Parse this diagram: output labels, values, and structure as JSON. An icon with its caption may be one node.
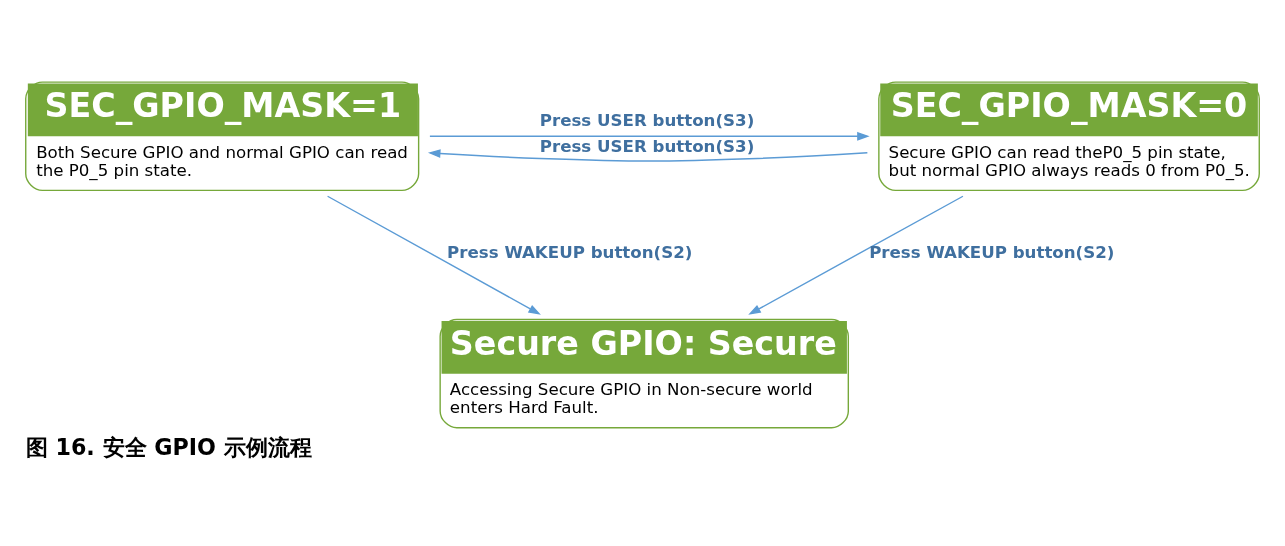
{
  "diagram": {
    "caption": "图 16. 安全 GPIO 示例流程",
    "nodes": [
      {
        "text": [
          "SEC_GPIO_MASK=1",
          "Both Secure GPIO and normal GPIO can read the P0_5 pin state."
        ]
      },
      {
        "text": [
          "SEC_GPIO_MASK=0",
          "Secure GPIO can read theP0_5 pin state, but normal GPIO always reads 0 from P0_5."
        ]
      },
      {
        "text": [
          "Secure GPIO: Secure",
          "Accessing Secure GPIO in Non-secure world enters Hard Fault."
        ]
      }
    ],
    "edges": [
      {
        "from": 0,
        "to": 1,
        "arrow": "to",
        "label": "Press USER button(S3)"
      },
      {
        "from": 1,
        "to": 0,
        "arrow": "to",
        "label": "Press USER button(S3)"
      },
      {
        "from": 0,
        "to": 2,
        "arrow": "to",
        "label": "Press WAKEUP button(S2)"
      },
      {
        "from": 1,
        "to": 2,
        "arrow": "to",
        "label": "Press WAKEUP button(S2)"
      }
    ]
  }
}
